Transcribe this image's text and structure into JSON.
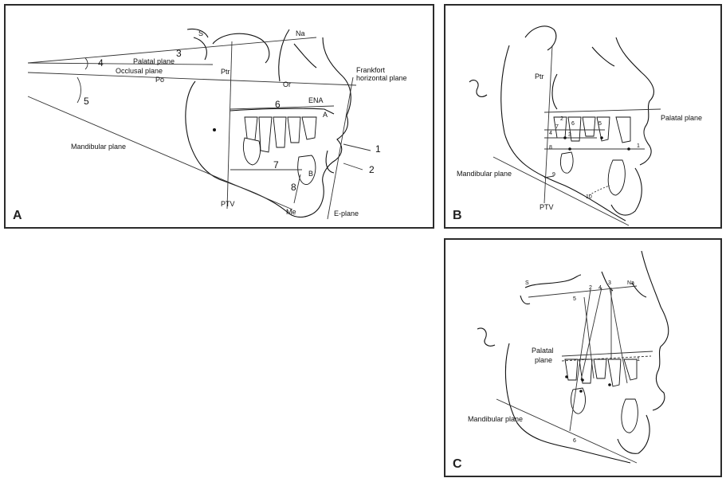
{
  "panels": [
    {
      "letter": "A",
      "labels": {
        "S": "S",
        "Na": "Na",
        "Po": "Po",
        "Ptr": "Ptr",
        "Or": "Or",
        "ENA": "ENA",
        "A": "A",
        "B": "B",
        "Me": "Me",
        "PTV": "PTV",
        "E_plane": "E-plane",
        "palatal_plane": "Palatal plane",
        "occlusal_plane": "Occlusal plane",
        "mandibular_plane": "Mandibular plane",
        "frankfort_1": "Frankfort",
        "frankfort_2": "horizontal plane"
      },
      "numbers": [
        "1",
        "2",
        "3",
        "4",
        "5",
        "6",
        "7",
        "8"
      ]
    },
    {
      "letter": "B",
      "labels": {
        "Ptr": "Ptr",
        "PTV": "PTV",
        "palatal_plane": "Palatal plane",
        "mandibular_plane": "Mandibular plane"
      },
      "numbers": [
        "1",
        "2",
        "3",
        "4",
        "5",
        "6",
        "7",
        "8",
        "9",
        "10"
      ]
    },
    {
      "letter": "C",
      "labels": {
        "S": "S",
        "Na": "Na",
        "palatal_1": "Palatal",
        "palatal_2": "plane",
        "mandibular_plane": "Mandibular plane"
      },
      "numbers": [
        "1",
        "2",
        "3",
        "4",
        "5",
        "6"
      ]
    }
  ]
}
